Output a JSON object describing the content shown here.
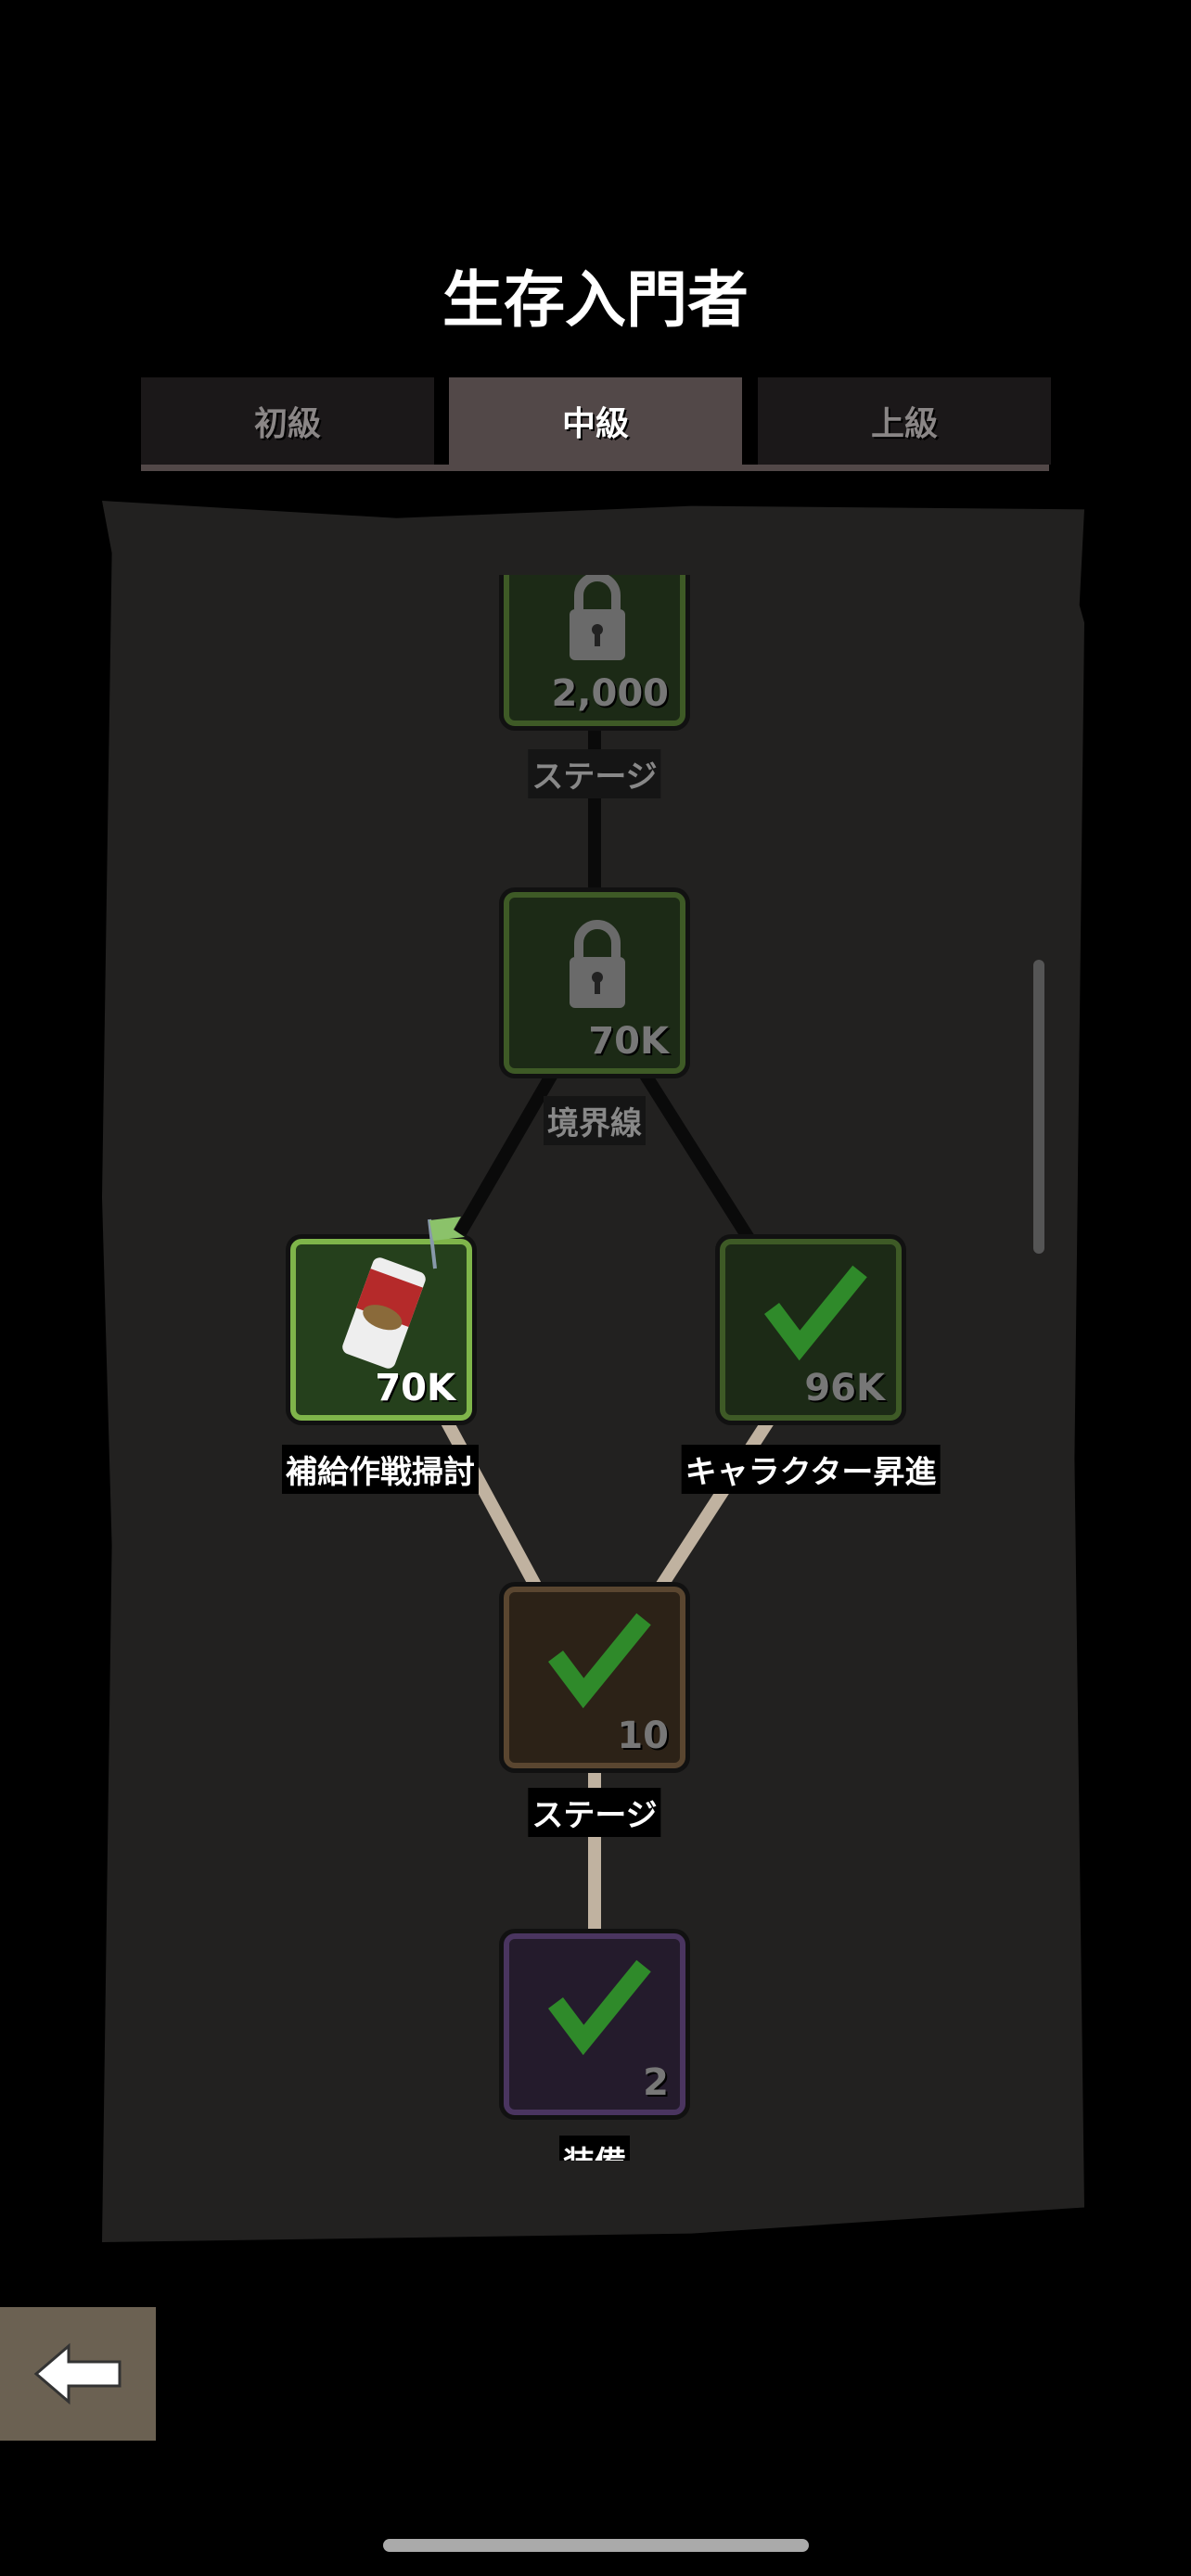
{
  "header": {
    "title": "生存入門者"
  },
  "tabs": [
    {
      "label": "初級",
      "active": false
    },
    {
      "label": "中級",
      "active": true
    },
    {
      "label": "上級",
      "active": false
    }
  ],
  "nodes": [
    {
      "label": "ステージ",
      "value": "2,000",
      "state": "locked",
      "icon": "running-man-icon"
    },
    {
      "label": "境界線",
      "value": "70K",
      "state": "locked",
      "icon": "can-icon"
    },
    {
      "label": "補給作戦掃討",
      "value": "70K",
      "state": "current",
      "icon": "soup-can-icon"
    },
    {
      "label": "キャラクター昇進",
      "value": "96K",
      "state": "completed",
      "icon": "zombie-head-icon"
    },
    {
      "label": "ステージ",
      "value": "10",
      "state": "completed",
      "icon": "map-icon"
    },
    {
      "label": "装備",
      "value": "2",
      "state": "completed",
      "icon": "equipment-icon"
    }
  ],
  "colors": {
    "accent": "#7fb54a",
    "tab_active": "#524848",
    "panel": "#222120"
  }
}
